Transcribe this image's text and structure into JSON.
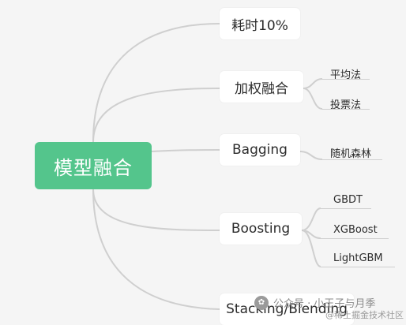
{
  "root": {
    "label": "模型融合",
    "color": "#54c58c"
  },
  "branches": [
    {
      "label": "耗时10%",
      "children": []
    },
    {
      "label": "加权融合",
      "children": [
        "平均法",
        "投票法"
      ]
    },
    {
      "label": "Bagging",
      "children": [
        "随机森林"
      ]
    },
    {
      "label": "Boosting",
      "children": [
        "GBDT",
        "XGBoost",
        "LightGBM"
      ]
    },
    {
      "label": "Stacking/Blending",
      "children": []
    }
  ],
  "watermark": {
    "icon": "wechat-icon",
    "text": "公众号 · 小王子与月季",
    "site": "@稀土掘金技术社区"
  }
}
